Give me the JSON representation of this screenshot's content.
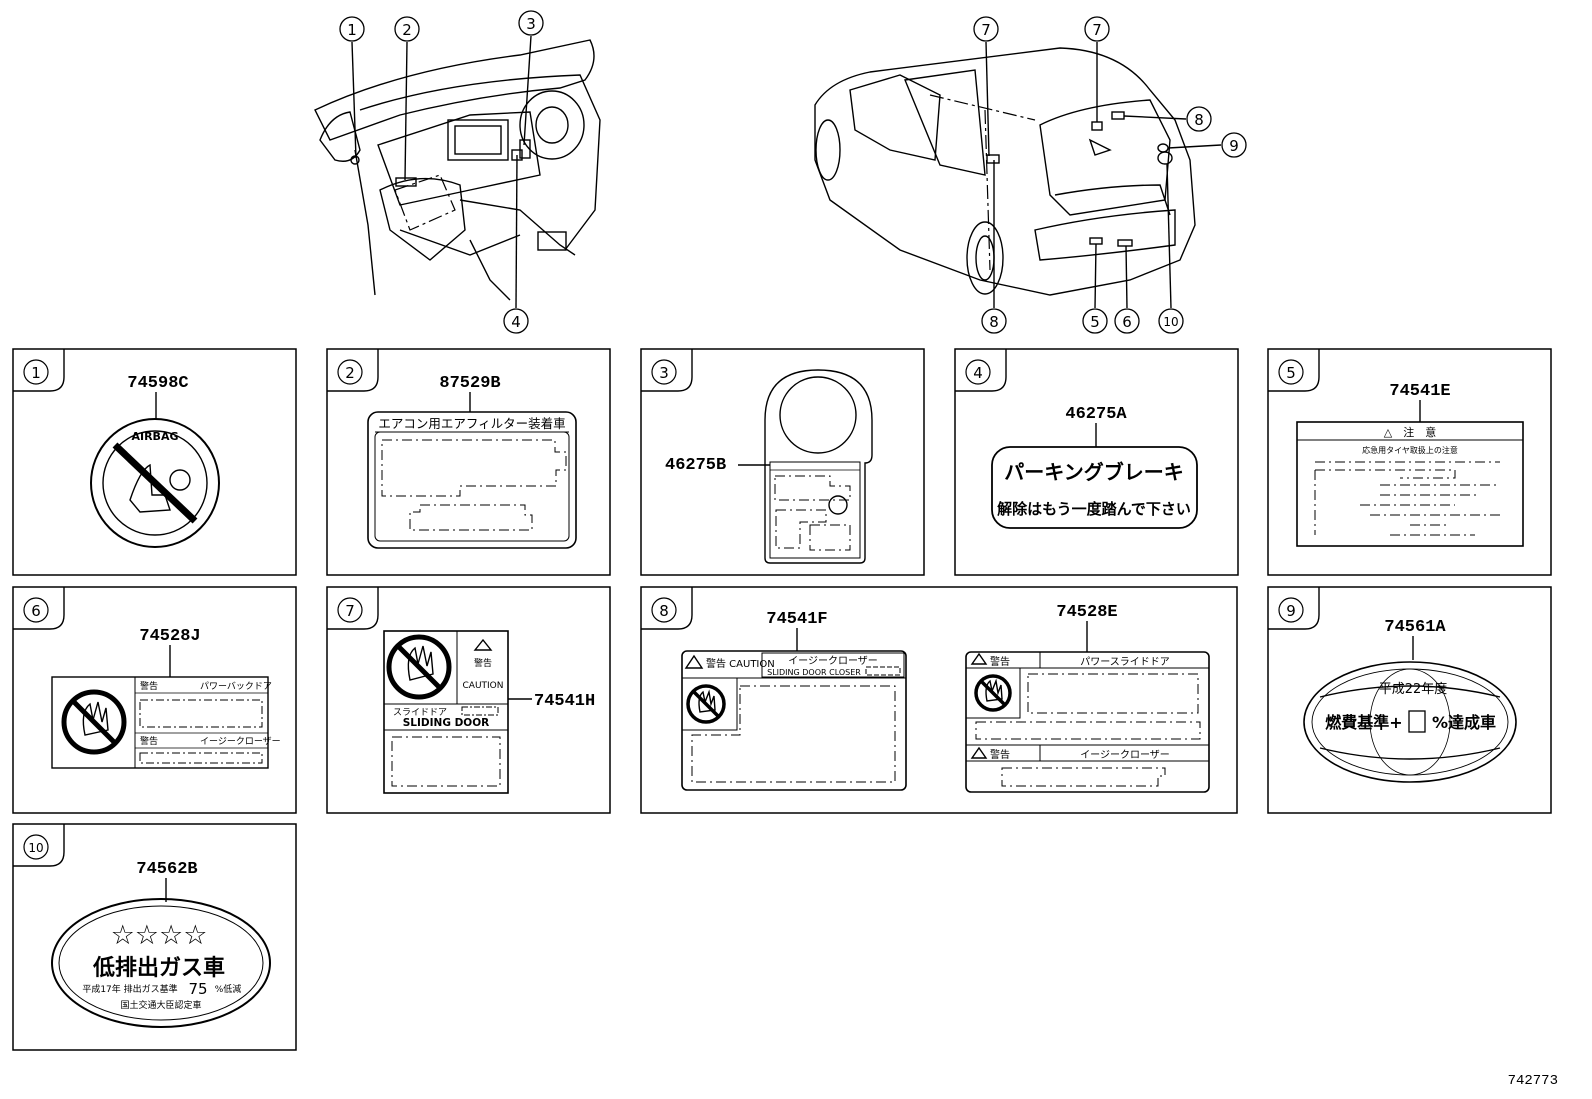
{
  "callouts": [
    "1",
    "2",
    "3",
    "4",
    "5",
    "6",
    "7",
    "8",
    "9",
    "10"
  ],
  "parts": {
    "p1": "74598C",
    "p2": "87529B",
    "p3": "46275B",
    "p4": "46275A",
    "p5": "74541E",
    "p6": "74528J",
    "p7": "74541H",
    "p8a": "74541F",
    "p8b": "74528E",
    "p9": "74561A",
    "p10": "74562B"
  },
  "labels": {
    "airbag": "AIRBAG",
    "aircon_filter": "エアコン用エアフィルター装着車",
    "parking1": "パーキングブレーキ",
    "parking2": "解除はもう一度踏んで下さい",
    "chui": "△　注　意",
    "chui_sub": "応急用タイヤ取扱上の注意",
    "keikoku": "警告",
    "power_back": "パワーバックドア",
    "easy_closer": "イージークローザー",
    "keikoku_caution": "警告 CAUTION",
    "slide_door_jp": "スライドドア",
    "sliding_door": "SLIDING DOOR",
    "caution": "CAUTION",
    "keikoku2": "警告",
    "sliding_door_closer": "SLIDING DOOR CLOSER",
    "power_slide": "パワースライドドア",
    "fuel_year": "平成22年度",
    "fuel_std": "燃費基準+",
    "fuel_pct": "%達成車",
    "stars": "☆☆☆☆",
    "low_emission": "低排出ガス車",
    "emission_std": "平成17年 排出ガス基準",
    "emission_pct": "75",
    "emission_low": "%低減",
    "ministry": "国土交通大臣認定車"
  },
  "diagram_id": "742773"
}
